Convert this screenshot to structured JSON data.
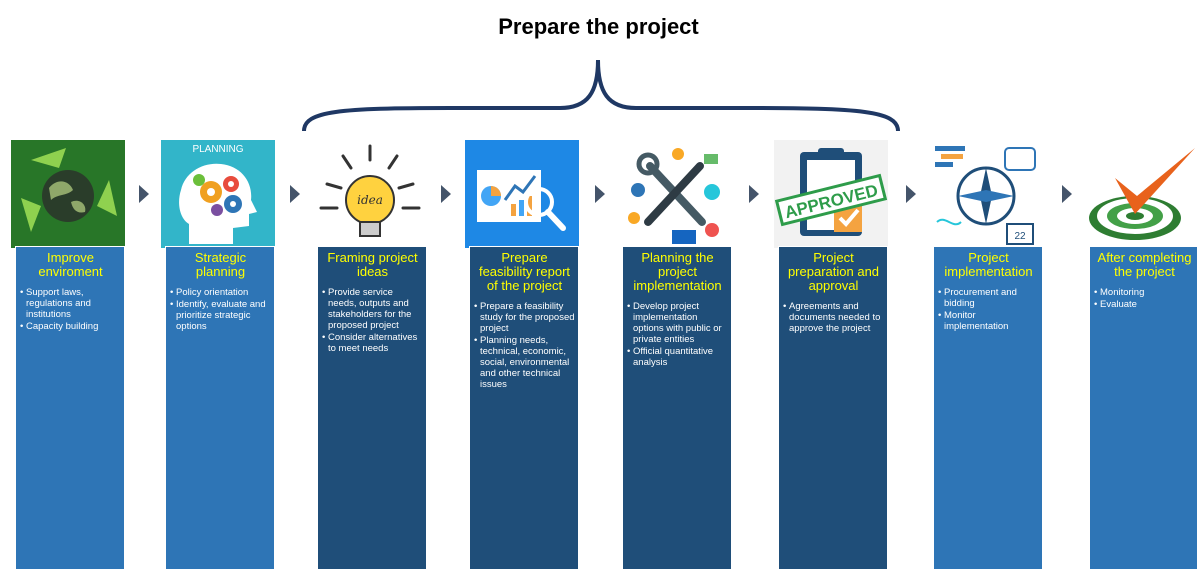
{
  "title": "Prepare the project",
  "colors": {
    "light_box": "#2e75b6",
    "dark_box": "#1f4e79",
    "title_text": "#ffff00",
    "brace": "#1f3864",
    "arrow": "#44546a"
  },
  "stages": [
    {
      "title": "Improve enviroment",
      "icon": "recycle-globe-icon",
      "bullets": [
        "Support laws, regulations and institutions",
        "Capacity building"
      ]
    },
    {
      "title": "Strategic planning",
      "icon": "head-gears-icon",
      "image_label": "PLANNING",
      "bullets": [
        "Policy orientation",
        "Identify, evaluate and prioritize strategic options"
      ]
    },
    {
      "title": "Framing project ideas",
      "icon": "lightbulb-icon",
      "image_label": "idea",
      "bullets": [
        "Provide service needs, outputs and stakeholders for the proposed project",
        "Consider alternatives to meet needs"
      ]
    },
    {
      "title": "Prepare feasibility report of the project",
      "icon": "report-magnifier-icon",
      "bullets": [
        "Prepare a feasibility study for the proposed project",
        "Planning needs, technical, economic, social, environmental and other technical issues"
      ]
    },
    {
      "title": "Planning the project implementation",
      "icon": "tools-icon",
      "bullets": [
        "Develop project implementation options with public or private entities",
        "Official quantitative analysis"
      ]
    },
    {
      "title": "Project preparation and approval",
      "icon": "clipboard-approved-icon",
      "image_label": "APPROVED",
      "bullets": [
        "Agreements and documents needed to approve the project"
      ]
    },
    {
      "title": "Project implementation",
      "icon": "compass-calendar-icon",
      "image_label": "22",
      "bullets": [
        "Procurement and bidding",
        "Monitor implementation"
      ]
    },
    {
      "title": "After completing the project",
      "icon": "target-check-icon",
      "bullets": [
        "Monitoring",
        "Evaluate"
      ]
    }
  ]
}
